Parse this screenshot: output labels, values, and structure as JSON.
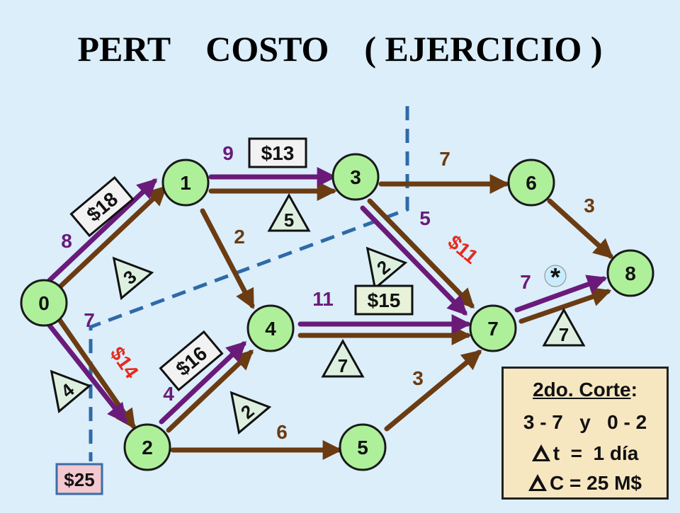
{
  "title": "PERT    COSTO    ( EJERCICIO )",
  "colors": {
    "background": "#dbeefa",
    "node_fill": "#aef09a",
    "arrow_normal": "#6b3b12",
    "arrow_critical": "#6a1b7a",
    "cut_line": "#2f6aa8",
    "cost_box": "#f2f2f2",
    "cost_highlight": "#e7f2d8",
    "cut_cost_box": "#f3c8cf",
    "annotation_box": "#f7e7c1"
  },
  "nodes": [
    {
      "id": "0",
      "label": "0"
    },
    {
      "id": "1",
      "label": "1"
    },
    {
      "id": "2",
      "label": "2"
    },
    {
      "id": "3",
      "label": "3"
    },
    {
      "id": "4",
      "label": "4"
    },
    {
      "id": "5",
      "label": "5"
    },
    {
      "id": "6",
      "label": "6"
    },
    {
      "id": "7",
      "label": "7"
    },
    {
      "id": "8",
      "label": "8"
    }
  ],
  "activities": [
    {
      "from": "0",
      "to": "1",
      "duration": "8",
      "reduced": "3",
      "cost": "$18",
      "critical": true
    },
    {
      "from": "0",
      "to": "2",
      "duration": "7",
      "reduced": "4",
      "cost": "$14",
      "critical": true
    },
    {
      "from": "1",
      "to": "3",
      "duration": "9",
      "reduced": "5",
      "cost": "$13",
      "critical": true
    },
    {
      "from": "1",
      "to": "4",
      "duration": "2",
      "reduced": "",
      "cost": "",
      "critical": false
    },
    {
      "from": "2",
      "to": "4",
      "duration": "4",
      "reduced": "2",
      "cost": "$16",
      "critical": true
    },
    {
      "from": "2",
      "to": "5",
      "duration": "6",
      "reduced": "",
      "cost": "",
      "critical": false
    },
    {
      "from": "3",
      "to": "6",
      "duration": "7",
      "reduced": "",
      "cost": "",
      "critical": false
    },
    {
      "from": "3",
      "to": "7",
      "duration": "5",
      "reduced": "2",
      "cost": "$11",
      "critical": true
    },
    {
      "from": "4",
      "to": "7",
      "duration": "11",
      "reduced": "7",
      "cost": "$15",
      "critical": true
    },
    {
      "from": "5",
      "to": "7",
      "duration": "3",
      "reduced": "",
      "cost": "",
      "critical": false
    },
    {
      "from": "6",
      "to": "8",
      "duration": "3",
      "reduced": "",
      "cost": "",
      "critical": false
    },
    {
      "from": "7",
      "to": "8",
      "duration": "7",
      "reduced": "7",
      "cost": "",
      "critical": true,
      "marker": "*"
    }
  ],
  "cut": {
    "cost": "$25"
  },
  "annotation": {
    "heading": "2do. Corte",
    "heading_suffix": ":",
    "line2": "3 - 7   y   0 - 2",
    "line3_var": "t",
    "line3_eq": "=",
    "line3_value": "1 día",
    "line4_var": "C",
    "line4_eq": "=",
    "line4_value": "25 M$"
  }
}
